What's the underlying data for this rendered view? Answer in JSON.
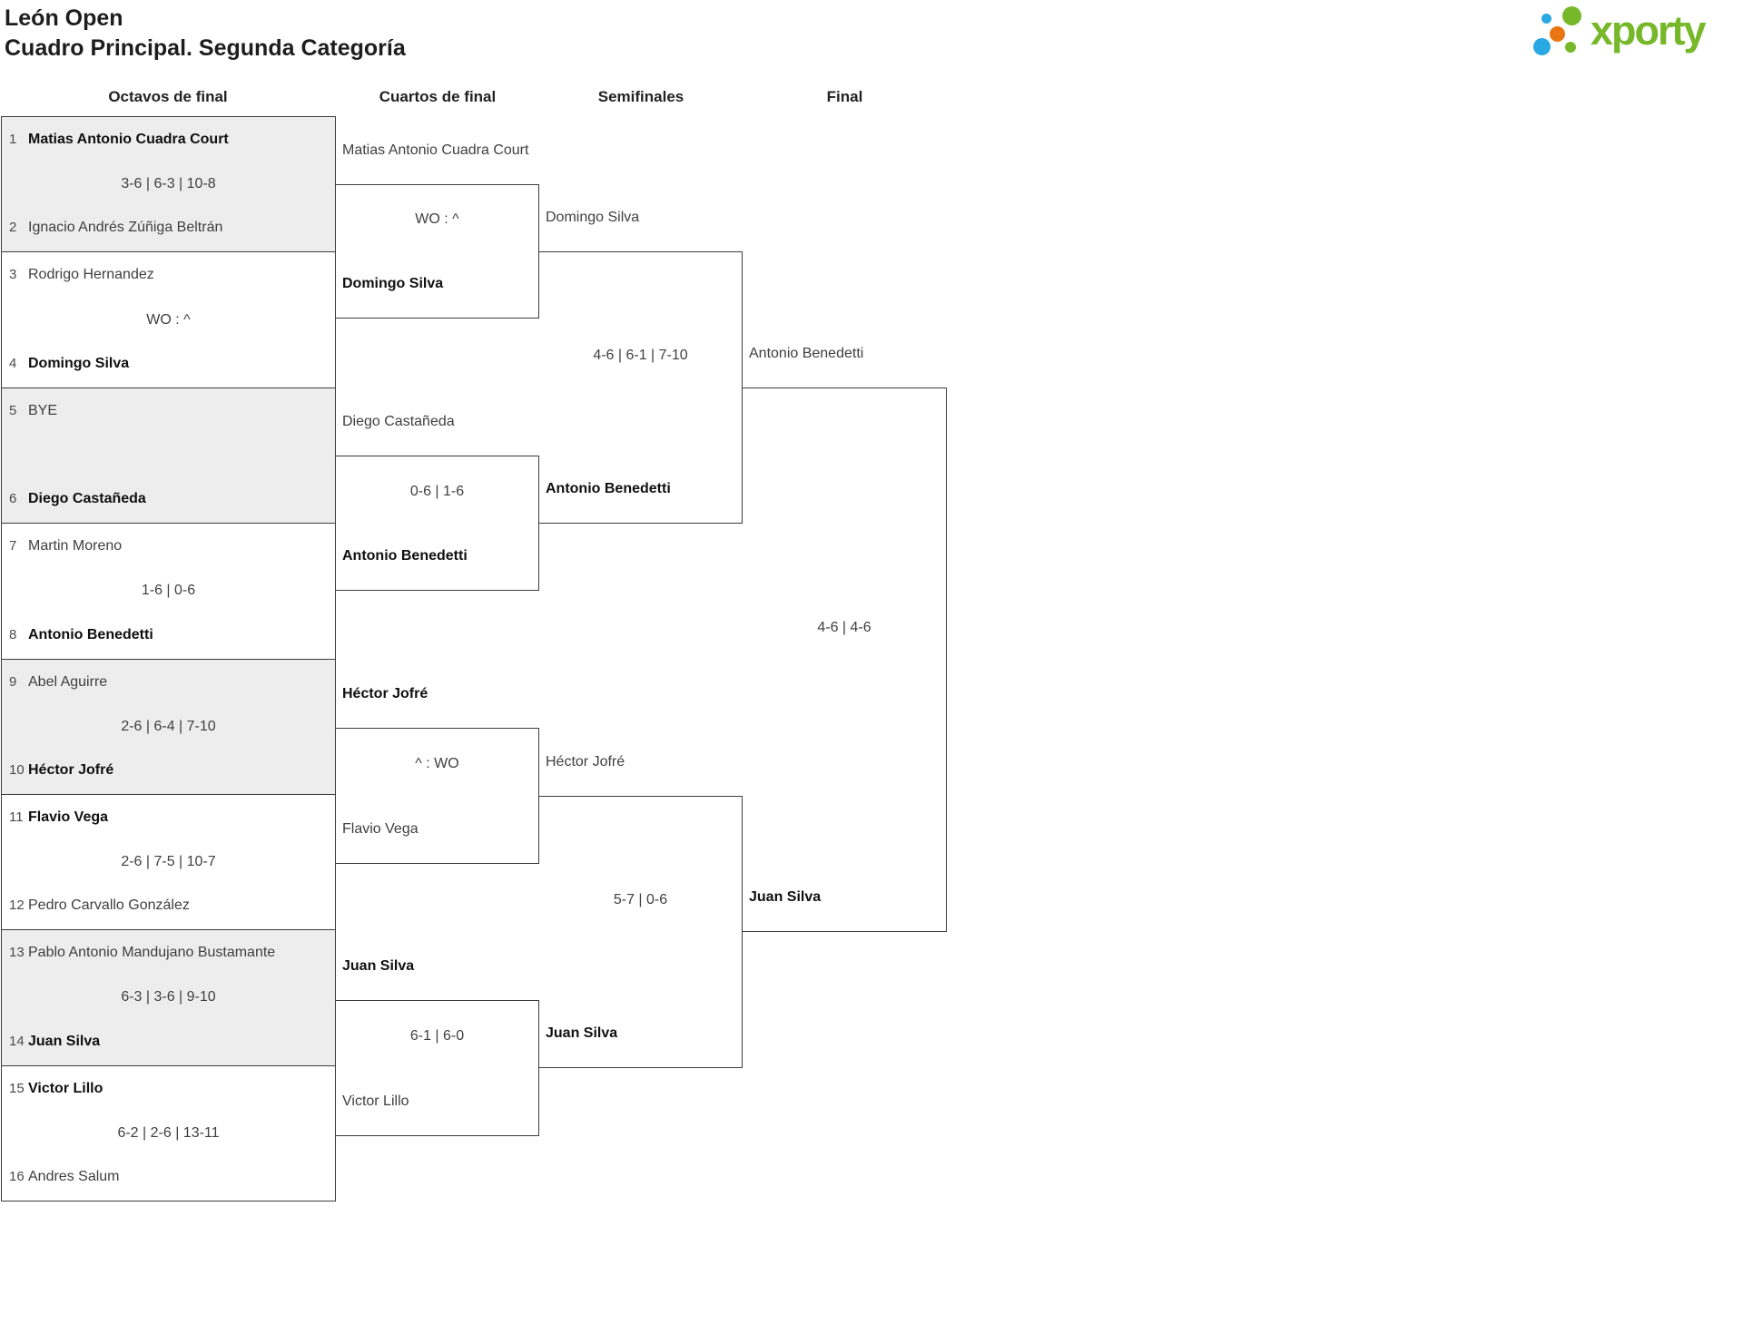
{
  "header": {
    "title_line1": "León Open",
    "title_line2": "Cuadro Principal. Segunda Categoría"
  },
  "logo": {
    "text": "xporty",
    "colors": {
      "green": "#76b82a",
      "blue": "#29a9e1",
      "orange": "#e87511"
    }
  },
  "rounds": [
    {
      "label": "Octavos de final"
    },
    {
      "label": "Cuartos de final"
    },
    {
      "label": "Semifinales"
    },
    {
      "label": "Final"
    }
  ],
  "bracket": {
    "r16": [
      {
        "top": {
          "seed": "1",
          "name": "Matias Antonio Cuadra Court",
          "winner": true
        },
        "score": "3-6 | 6-3 | 10-8",
        "bottom": {
          "seed": "2",
          "name": "Ignacio Andrés Zúñiga Beltrán",
          "winner": false
        }
      },
      {
        "top": {
          "seed": "3",
          "name": "Rodrigo Hernandez",
          "winner": false
        },
        "score": "WO : ^",
        "bottom": {
          "seed": "4",
          "name": "Domingo Silva",
          "winner": true
        }
      },
      {
        "top": {
          "seed": "5",
          "name": "BYE",
          "winner": false
        },
        "score": "",
        "bottom": {
          "seed": "6",
          "name": "Diego Castañeda",
          "winner": true
        }
      },
      {
        "top": {
          "seed": "7",
          "name": "Martin Moreno",
          "winner": false
        },
        "score": "1-6 | 0-6",
        "bottom": {
          "seed": "8",
          "name": "Antonio Benedetti",
          "winner": true
        }
      },
      {
        "top": {
          "seed": "9",
          "name": "Abel Aguirre",
          "winner": false
        },
        "score": "2-6 | 6-4 | 7-10",
        "bottom": {
          "seed": "10",
          "name": "Héctor Jofré",
          "winner": true
        }
      },
      {
        "top": {
          "seed": "11",
          "name": "Flavio Vega",
          "winner": true
        },
        "score": "2-6 | 7-5 | 10-7",
        "bottom": {
          "seed": "12",
          "name": "Pedro Carvallo González",
          "winner": false
        }
      },
      {
        "top": {
          "seed": "13",
          "name": "Pablo Antonio Mandujano Bustamante",
          "winner": false
        },
        "score": "6-3 | 3-6 | 9-10",
        "bottom": {
          "seed": "14",
          "name": "Juan Silva",
          "winner": true
        }
      },
      {
        "top": {
          "seed": "15",
          "name": "Victor Lillo",
          "winner": true
        },
        "score": "6-2 | 2-6 | 13-11",
        "bottom": {
          "seed": "16",
          "name": "Andres Salum",
          "winner": false
        }
      }
    ],
    "quarterfinals": [
      {
        "top": {
          "name": "Matias Antonio Cuadra Court",
          "winner": false
        },
        "score": "WO : ^",
        "bottom": {
          "name": "Domingo Silva",
          "winner": true
        }
      },
      {
        "top": {
          "name": "Diego Castañeda",
          "winner": false
        },
        "score": "0-6 | 1-6",
        "bottom": {
          "name": "Antonio Benedetti",
          "winner": true
        }
      },
      {
        "top": {
          "name": "Héctor Jofré",
          "winner": true
        },
        "score": "^ : WO",
        "bottom": {
          "name": "Flavio Vega",
          "winner": false
        }
      },
      {
        "top": {
          "name": "Juan Silva",
          "winner": true
        },
        "score": "6-1 | 6-0",
        "bottom": {
          "name": "Victor Lillo",
          "winner": false
        }
      }
    ],
    "semifinals": [
      {
        "top": {
          "name": "Domingo Silva",
          "winner": false
        },
        "score": "4-6 | 6-1 | 7-10",
        "bottom": {
          "name": "Antonio Benedetti",
          "winner": true
        }
      },
      {
        "top": {
          "name": "Héctor Jofré",
          "winner": false
        },
        "score": "5-7 | 0-6",
        "bottom": {
          "name": "Juan Silva",
          "winner": true
        }
      }
    ],
    "final": [
      {
        "top": {
          "name": "Antonio Benedetti",
          "winner": false
        },
        "score": "4-6 | 4-6",
        "bottom": {
          "name": "Juan Silva",
          "winner": true
        }
      }
    ]
  }
}
